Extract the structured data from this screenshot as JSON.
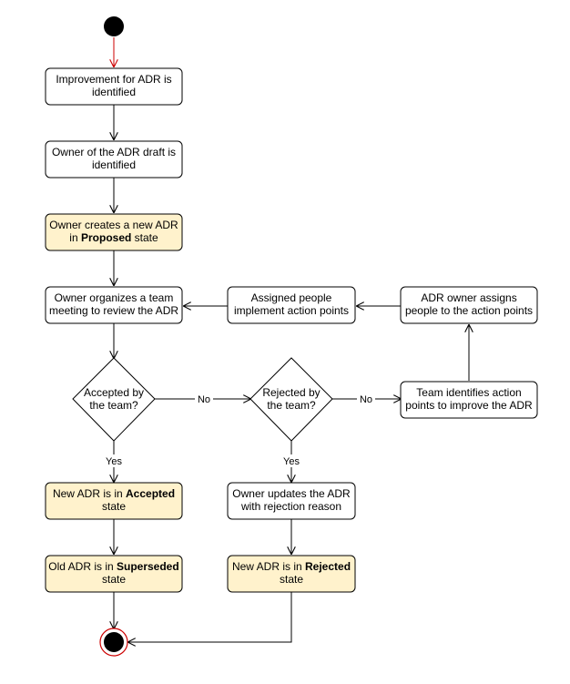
{
  "colors": {
    "box_fill": "#ffffff",
    "highlight_fill": "#fff2cc",
    "stroke": "#000000",
    "start_arrow": "#cc0000",
    "end_ring": "#cc0000"
  },
  "nodes": {
    "improvement": {
      "line1": "Improvement for ADR is",
      "line2": "identified"
    },
    "owner_identified": {
      "line1": "Owner of the ADR draft is",
      "line2": "identified"
    },
    "create_adr": {
      "line1": "Owner creates a new ADR",
      "line2_prefix": "in ",
      "line2_bold": "Proposed",
      "line2_suffix": " state"
    },
    "organize_meeting": {
      "line1": "Owner organizes a team",
      "line2": "meeting to review the ADR"
    },
    "assigned_people": {
      "line1": "Assigned people",
      "line2": "implement action points"
    },
    "owner_assigns": {
      "line1": "ADR owner assigns",
      "line2": "people to the action points"
    },
    "accepted_decision": {
      "line1": "Accepted by",
      "line2": "the team?"
    },
    "rejected_decision": {
      "line1": "Rejected by",
      "line2": "the team?"
    },
    "team_identifies": {
      "line1": "Team identifies action",
      "line2": "points to improve the ADR"
    },
    "new_accepted": {
      "line1_prefix": "New ADR is in ",
      "line1_bold": "Accepted",
      "line2": "state"
    },
    "old_superseded": {
      "line1_prefix": "Old ADR is in ",
      "line1_bold": "Superseded",
      "line2": "state"
    },
    "owner_updates": {
      "line1": "Owner updates the ADR",
      "line2": "with rejection reason"
    },
    "new_rejected": {
      "line1_prefix": "New ADR is in ",
      "line1_bold": "Rejected",
      "line2": "state"
    }
  },
  "edge_labels": {
    "accepted_no": "No",
    "accepted_yes": "Yes",
    "rejected_no": "No",
    "rejected_yes": "Yes"
  }
}
